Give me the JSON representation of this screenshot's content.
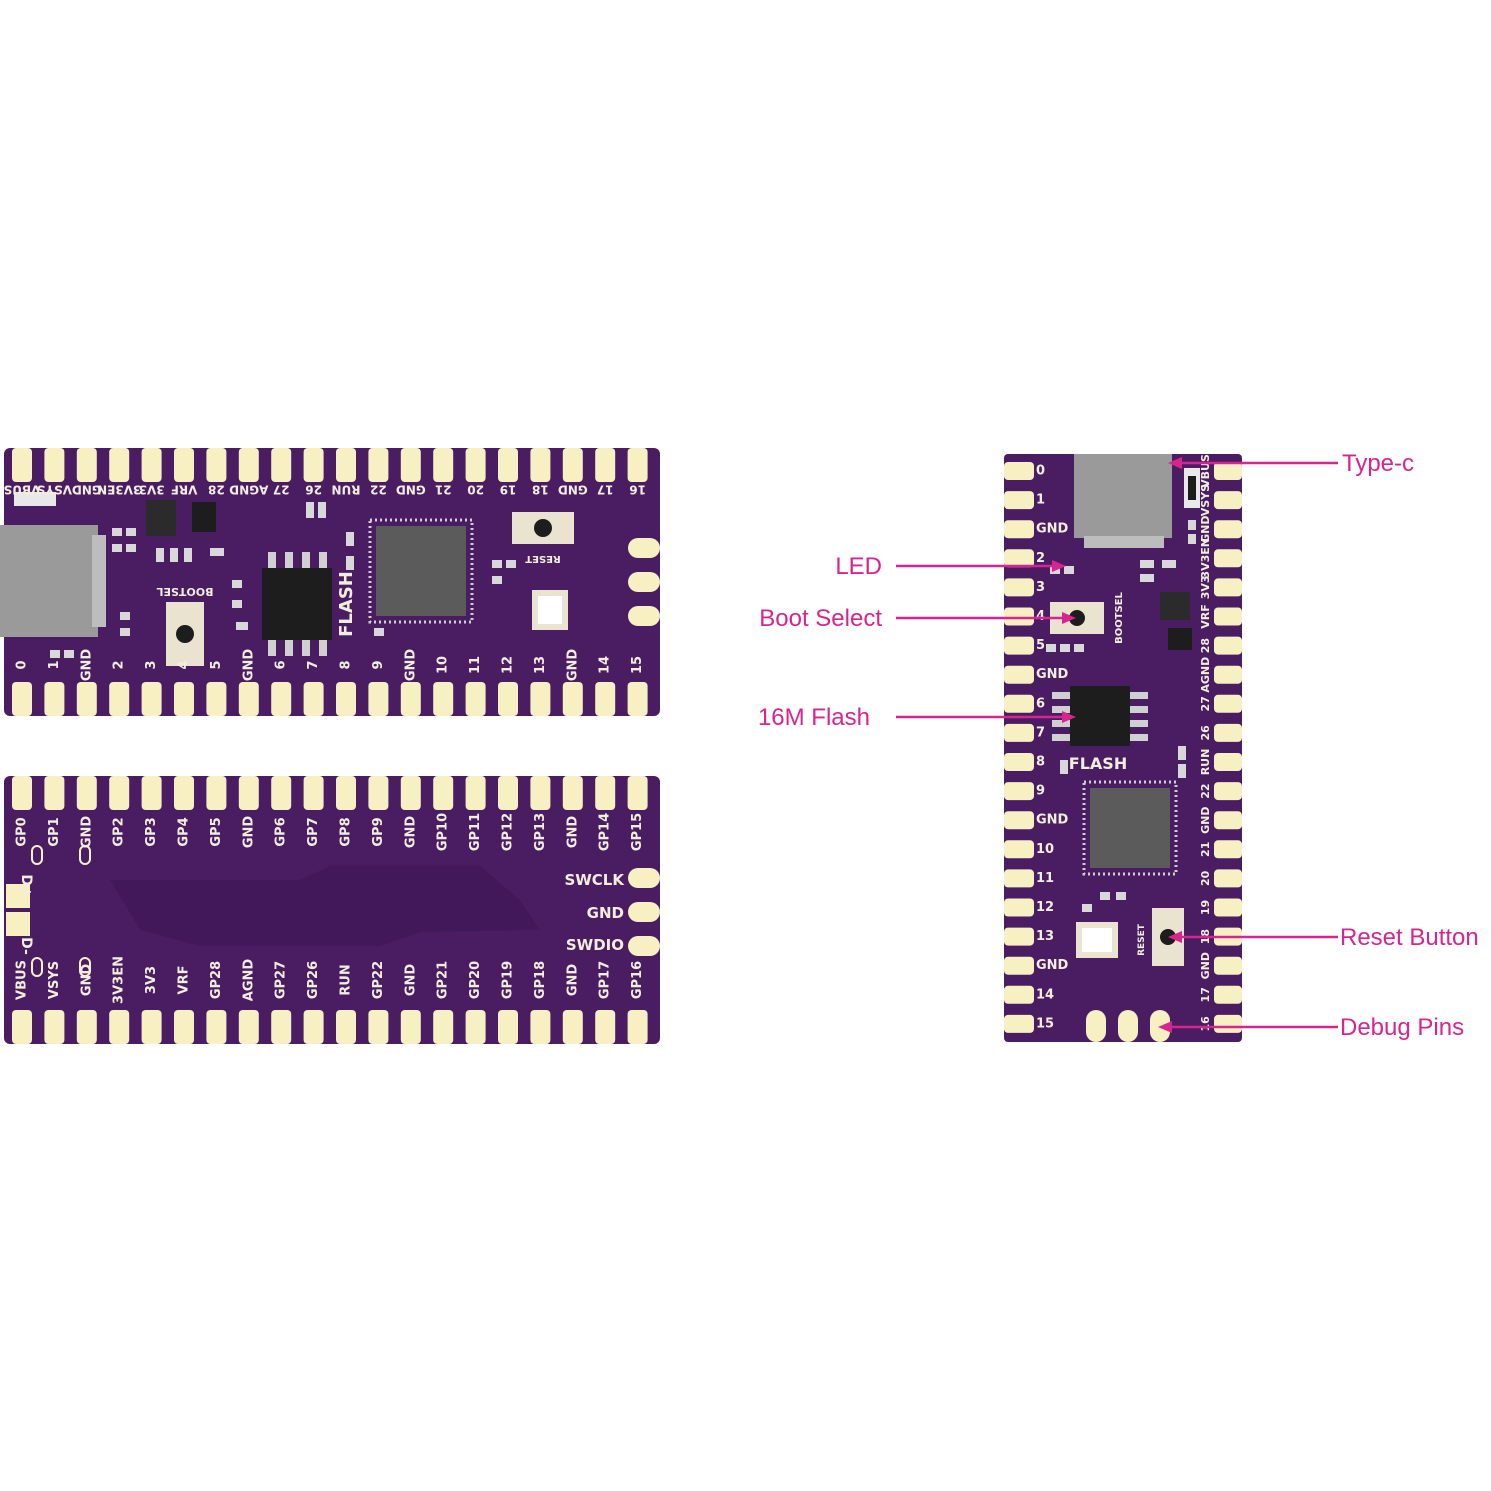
{
  "colors": {
    "pcb": "#4a1d63",
    "pcb_edge": "#3a134f",
    "pad": "#f6f0c2",
    "silk": "#f2eedd",
    "callout": "#d6258f",
    "chip": "#2b2b2b",
    "rp2040": "#5b5b5b",
    "usb": "#9a9a9a"
  },
  "board_a": {
    "top_labels": [
      "VBUS",
      "VSYS",
      "GND",
      "3V3EN",
      "3V3",
      "VRF",
      "28",
      "AGND",
      "27",
      "26",
      "RUN",
      "22",
      "GND",
      "21",
      "20",
      "19",
      "18",
      "GND",
      "17",
      "16"
    ],
    "bottom_labels": [
      "0",
      "1",
      "GND",
      "2",
      "3",
      "4",
      "5",
      "GND",
      "6",
      "7",
      "8",
      "9",
      "GND",
      "10",
      "11",
      "12",
      "13",
      "GND",
      "14",
      "15"
    ],
    "bootsel": "BOOTSEL",
    "flash": "FLASH",
    "reset": "RESET"
  },
  "board_b": {
    "top_labels": [
      "GP0",
      "GP1",
      "GND",
      "GP2",
      "GP3",
      "GP4",
      "GP5",
      "GND",
      "GP6",
      "GP7",
      "GP8",
      "GP9",
      "GND",
      "GP10",
      "GP11",
      "GP12",
      "GP13",
      "GND",
      "GP14",
      "GP15"
    ],
    "bottom_labels": [
      "VBUS",
      "VSYS",
      "GND",
      "3V3EN",
      "3V3",
      "VRF",
      "GP28",
      "AGND",
      "GP27",
      "GP26",
      "RUN",
      "GP22",
      "GND",
      "GP21",
      "GP20",
      "GP19",
      "GP18",
      "GND",
      "GP17",
      "GP16"
    ],
    "debug_labels": [
      "SWCLK",
      "GND",
      "SWDIO"
    ],
    "usb_labels": [
      "D+",
      "D-"
    ]
  },
  "board_c": {
    "left_labels": [
      "0",
      "1",
      "GND",
      "2",
      "3",
      "4",
      "5",
      "GND",
      "6",
      "7",
      "8",
      "9",
      "GND",
      "10",
      "11",
      "12",
      "13",
      "GND",
      "14",
      "15"
    ],
    "right_labels": [
      "VBUS",
      "VSYS",
      "GND",
      "3V3EN",
      "3V3",
      "VRF",
      "28",
      "AGND",
      "27",
      "26",
      "RUN",
      "22",
      "GND",
      "21",
      "20",
      "19",
      "18",
      "GND",
      "17",
      "16"
    ],
    "bootsel": "BOOTSEL",
    "flash": "FLASH",
    "reset": "RESET"
  },
  "callouts": [
    {
      "id": "type-c",
      "label": "Type-c"
    },
    {
      "id": "led",
      "label": "LED"
    },
    {
      "id": "boot-select",
      "label": "Boot Select"
    },
    {
      "id": "flash",
      "label": "16M Flash"
    },
    {
      "id": "reset-button",
      "label": "Reset Button"
    },
    {
      "id": "debug-pins",
      "label": "Debug Pins"
    }
  ]
}
